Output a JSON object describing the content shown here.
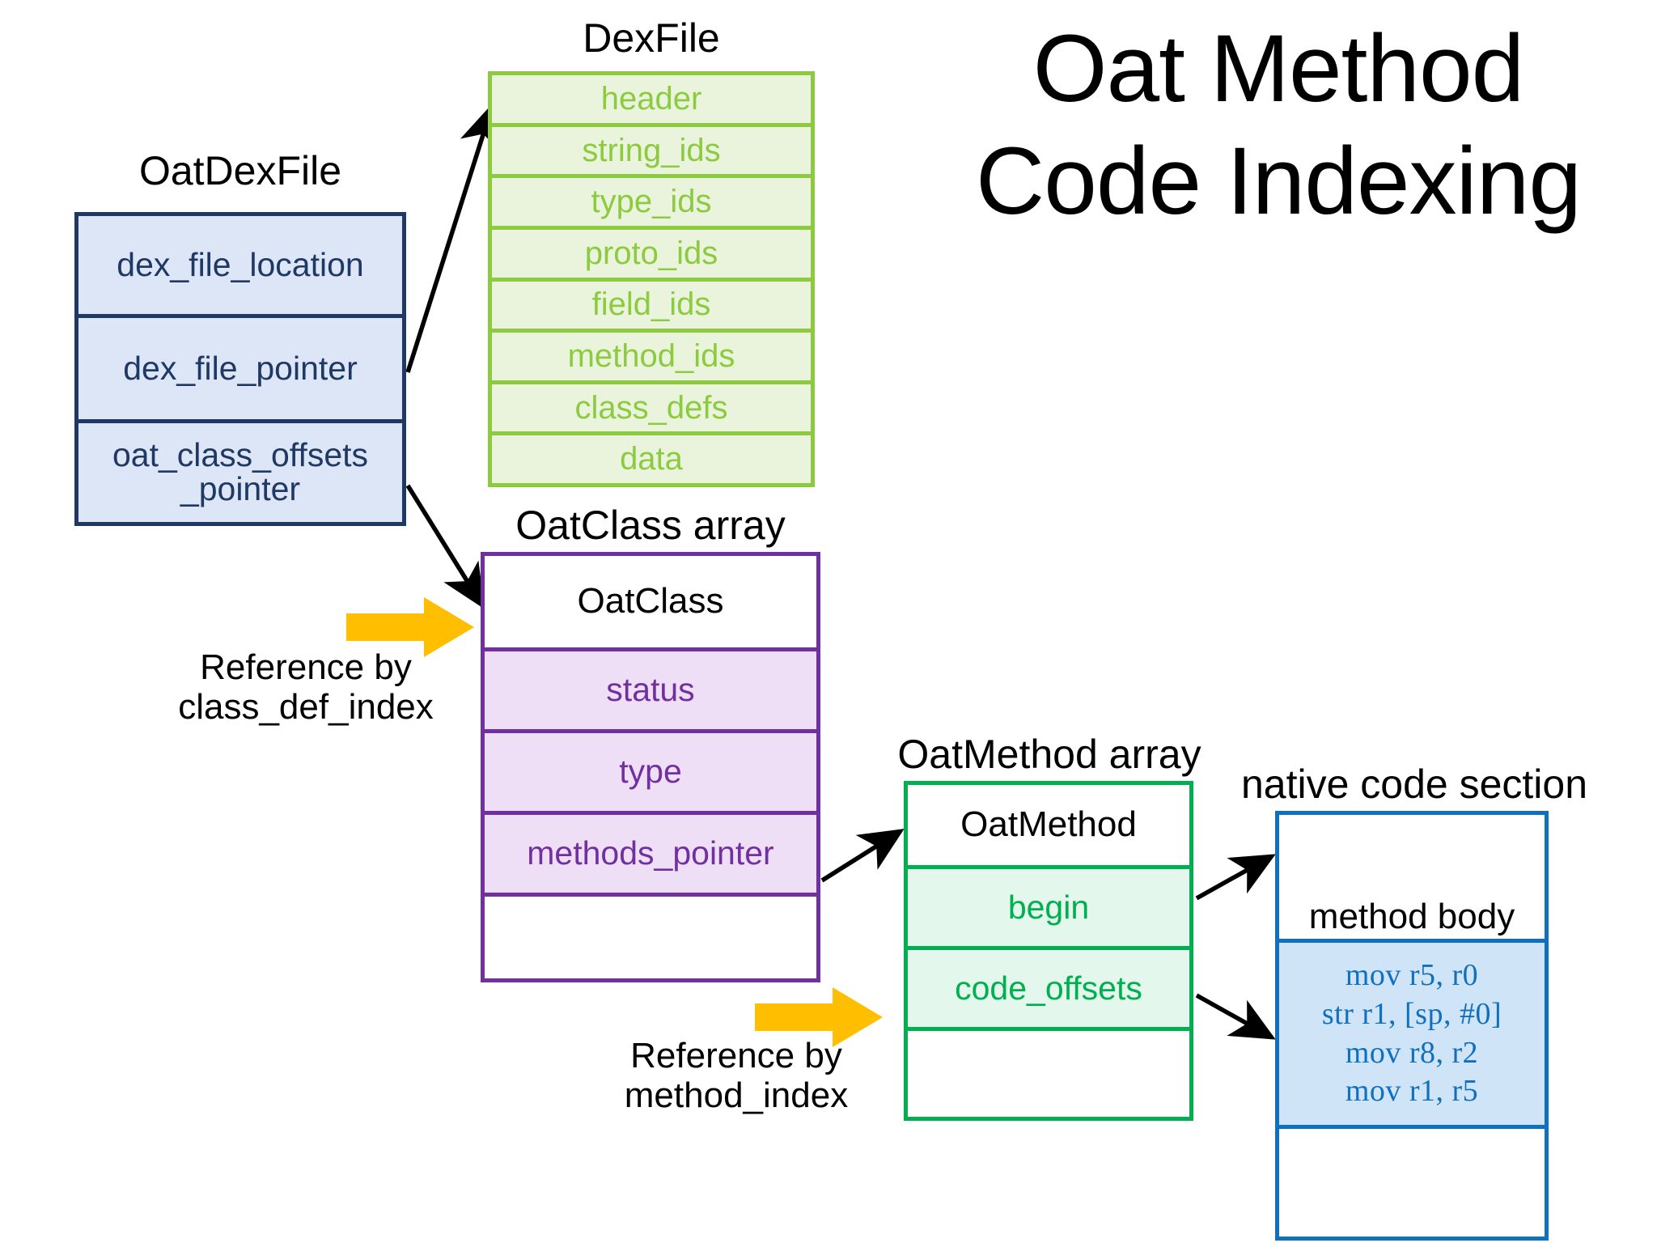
{
  "title": {
    "line1": "Oat Method",
    "line2": "Code Indexing"
  },
  "oat_dex_file": {
    "caption": "OatDexFile",
    "border_color": "#1F3864",
    "fill_color": "#DCE6F7",
    "rows": [
      {
        "label": "dex_file_location"
      },
      {
        "label": "dex_file_pointer"
      },
      {
        "label": "oat_class_offsets\n_pointer"
      }
    ]
  },
  "dex_file": {
    "caption": "DexFile",
    "border_color": "#8CCB3F",
    "fill_color": "#EAF4DC",
    "rows": [
      {
        "label": "header"
      },
      {
        "label": "string_ids"
      },
      {
        "label": "type_ids"
      },
      {
        "label": "proto_ids"
      },
      {
        "label": "field_ids"
      },
      {
        "label": "method_ids"
      },
      {
        "label": "class_defs"
      },
      {
        "label": "data"
      }
    ]
  },
  "oat_class_array": {
    "caption": "OatClass array",
    "border_color": "#7030A0",
    "fill_color": "#EFDFF6",
    "rows": [
      {
        "label": "OatClass"
      },
      {
        "label": "status"
      },
      {
        "label": "type"
      },
      {
        "label": "methods_pointer"
      },
      {
        "label": ""
      }
    ]
  },
  "oat_method_array": {
    "caption": "OatMethod array",
    "border_color": "#00B050",
    "fill_color": "#E4F7EC",
    "rows": [
      {
        "label": "OatMethod"
      },
      {
        "label": "begin"
      },
      {
        "label": "code_offsets"
      },
      {
        "label": ""
      }
    ]
  },
  "native_code_section": {
    "caption": "native code section",
    "border_color": "#1070C0",
    "fill_color": "#CFE5F7",
    "method_body_label": "method body",
    "code_lines": [
      "mov r5, r0",
      "str r1, [sp, #0]",
      "mov r8, r2",
      "mov r1, r5"
    ],
    "trailing_blank": ""
  },
  "notes": {
    "class_def": "Reference by\nclass_def_index",
    "method": "Reference by\nmethod_index"
  },
  "arrow_color": "#FFBE00",
  "connector_color": "#000000"
}
